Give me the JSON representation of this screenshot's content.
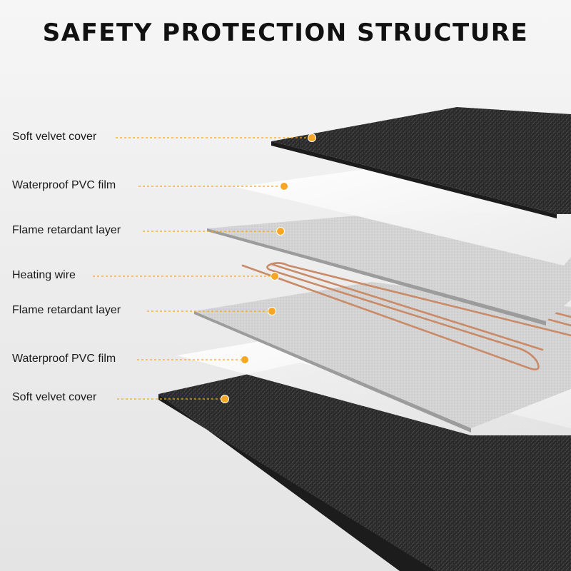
{
  "title": "SAFETY PROTECTION STRUCTURE",
  "accent_color": "#f5a623",
  "layers": [
    {
      "label": "Soft velvet cover"
    },
    {
      "label": "Waterproof PVC film"
    },
    {
      "label": "Flame retardant layer"
    },
    {
      "label": "Heating wire"
    },
    {
      "label": "Flame retardant layer"
    },
    {
      "label": "Waterproof PVC film"
    },
    {
      "label": "Soft velvet cover"
    }
  ]
}
